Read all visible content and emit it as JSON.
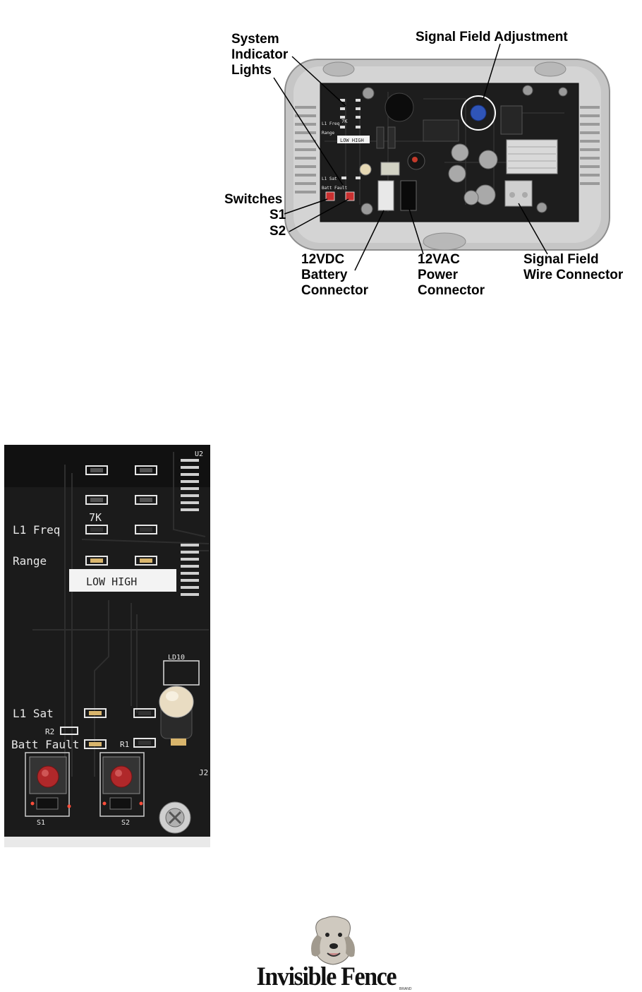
{
  "callouts": {
    "system_indicator": "System\nIndicator\nLights",
    "signal_field_adjustment": "Signal Field Adjustment",
    "switches": "Switches",
    "s1": "S1",
    "s2": "S2",
    "battery_connector": "12VDC\nBattery\nConnector",
    "power_connector": "12VAC\nPower\nConnector",
    "wire_connector": "Signal Field\nWire Connector"
  },
  "board_small_labels": {
    "l1_freq": "L1  Freq",
    "freq_7k": "7K",
    "range": "Range",
    "low_high": "LOW  HIGH",
    "l1_sat": "L1  Sat",
    "batt_fault": "Batt  Fault"
  },
  "closeup_labels": {
    "freq_7k": "7K",
    "l1_freq": "L1  Freq",
    "range": "Range",
    "low_high": "LOW  HIGH",
    "ld10": "LD10",
    "l1_sat": "L1  Sat",
    "r2": "R2",
    "r1": "R1",
    "batt_fault": "Batt  Fault",
    "s1": "S1",
    "s2": "S2",
    "j2": "J2",
    "u2": "U2"
  },
  "logo": {
    "wordmark": "Invisible Fence",
    "brand": "BRAND"
  },
  "colors": {
    "board": "#1c1c1c",
    "enclosure": "#c4c4c4",
    "button_red": "#b0282a",
    "pot_blue": "#2f55b8"
  }
}
